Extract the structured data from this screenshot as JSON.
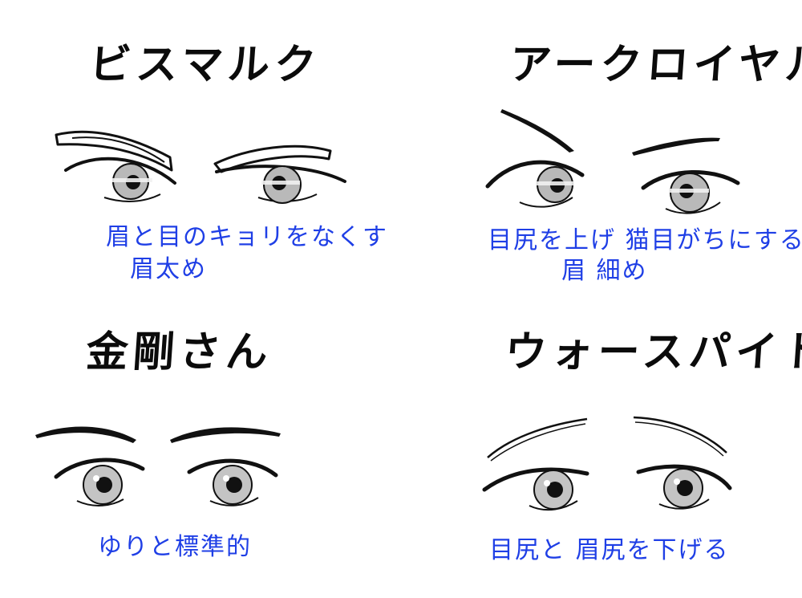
{
  "panels": {
    "bismarck": {
      "title": "ビスマルク",
      "notes": [
        "眉と目のキョリをなくす",
        "眉太め"
      ]
    },
    "ark_royal": {
      "title": "アークロイヤル",
      "notes": [
        "目尻を上げ 猫目がちにする",
        "眉 細め"
      ]
    },
    "kongou": {
      "title": "金剛さん",
      "notes": [
        "ゆりと標準的"
      ]
    },
    "warspite": {
      "title": "ウォースパイト",
      "notes": [
        "目尻と 眉尻を下げる"
      ]
    }
  }
}
